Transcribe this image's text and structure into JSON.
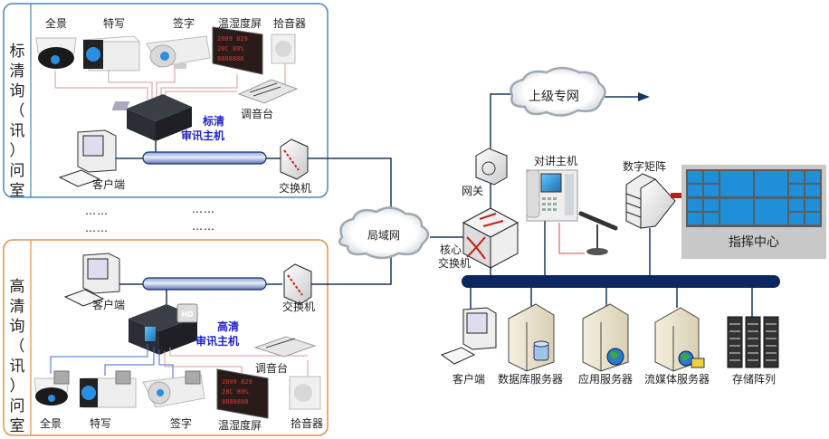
{
  "diagram": {
    "colors": {
      "sd_room_border": "#4a86c0",
      "hd_room_border": "#e0904a",
      "network_line": "#17365d",
      "audio_line": "#d89a90",
      "hd_video_line": "#3d6ad6",
      "host_label": "#2222cc",
      "bus": "#0b2660",
      "command_bg": "#c8c8c8"
    },
    "sd_room": {
      "title_chars": [
        "标",
        "清",
        "询",
        "（",
        "讯",
        "）",
        "问",
        "室"
      ],
      "devices": {
        "panorama_camera": "全景",
        "closeup_camera": "特写",
        "signature_camera": "签字",
        "temp_humidity_screen": "温湿度屏",
        "microphone_pickup": "拾音器",
        "mixer": "调音台",
        "host_line1": "标清",
        "host_line2": "审讯主机",
        "client": "客户端",
        "switch": "交换机"
      }
    },
    "ellipsis": [
      "……",
      "……",
      "……",
      "……"
    ],
    "hd_room": {
      "title_chars": [
        "高",
        "清",
        "询",
        "（",
        "讯",
        "）",
        "问",
        "室"
      ],
      "hd_badge": "HD",
      "devices": {
        "client": "客户端",
        "switch": "交换机",
        "host_line1": "高清",
        "host_line2": "审讯主机",
        "mixer": "调音台",
        "panorama_camera": "全景",
        "closeup_camera": "特写",
        "signature_camera": "签字",
        "temp_humidity_screen": "温湿度屏",
        "microphone_pickup": "拾音器"
      }
    },
    "center": {
      "lan": "局域网",
      "upper_network": "上级专网",
      "gateway": "网关",
      "core_switch_line1": "核心",
      "core_switch_line2": "交换机",
      "intercom_host": "对讲主机",
      "digital_matrix": "数字矩阵",
      "command_center": "指挥中心"
    },
    "servers": [
      {
        "label": "客户端",
        "icon": "pc-icon"
      },
      {
        "label": "数据库服务器",
        "icon": "database-server-icon"
      },
      {
        "label": "应用服务器",
        "icon": "application-server-icon"
      },
      {
        "label": "流媒体服务器",
        "icon": "streaming-server-icon"
      },
      {
        "label": "存储阵列",
        "icon": "storage-array-icon"
      }
    ]
  }
}
